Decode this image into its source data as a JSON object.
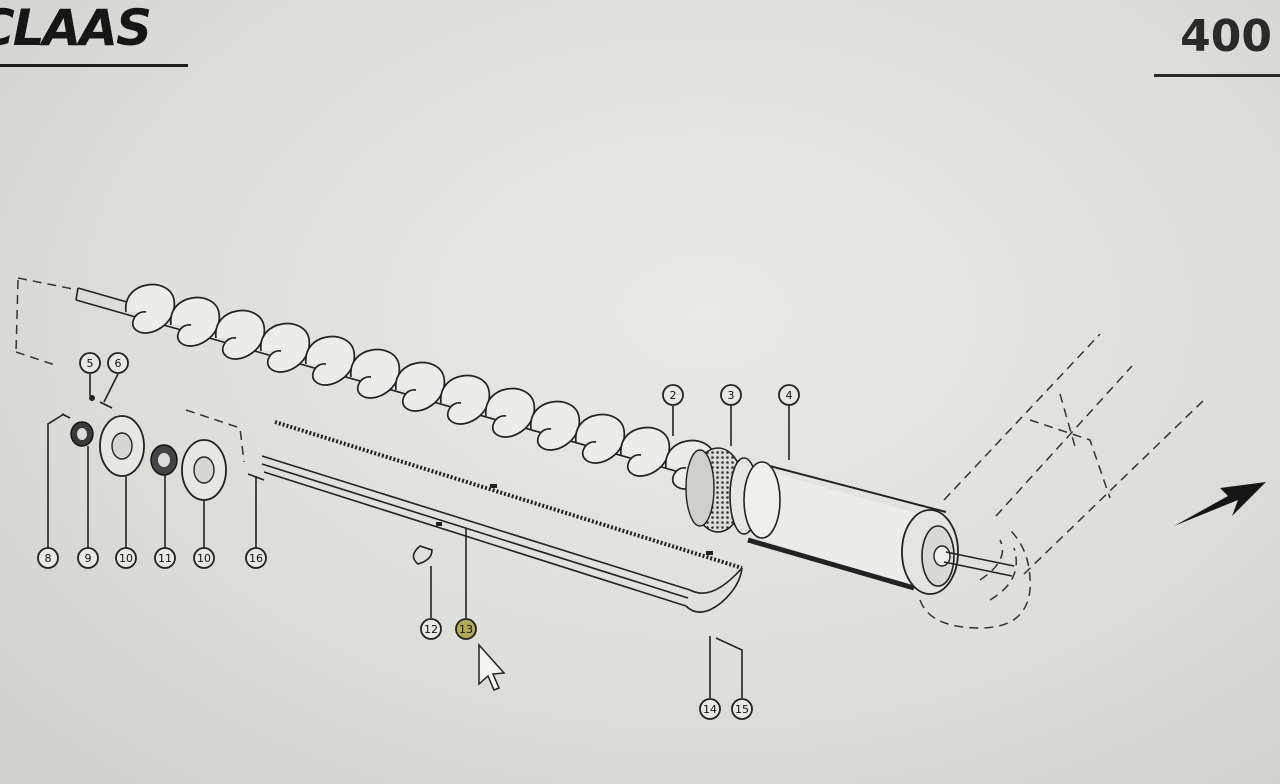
{
  "header": {
    "brand_logo_text": "CLAAS",
    "page_number": "400"
  },
  "callouts": [
    {
      "number": "2"
    },
    {
      "number": "3"
    },
    {
      "number": "4"
    },
    {
      "number": "5"
    },
    {
      "number": "6"
    },
    {
      "number": "8"
    },
    {
      "number": "9"
    },
    {
      "number": "10"
    },
    {
      "number": "11"
    },
    {
      "number": "10"
    },
    {
      "number": "16"
    },
    {
      "number": "12"
    },
    {
      "number": "13",
      "highlighted": true
    },
    {
      "number": "14"
    },
    {
      "number": "15"
    }
  ],
  "icons": {
    "direction_arrow": "arrow-up-right-icon",
    "mouse_cursor": "mouse-pointer-icon"
  },
  "colors": {
    "line": "#222222",
    "highlight": "#b2a95b",
    "background": "#e2e2de"
  }
}
